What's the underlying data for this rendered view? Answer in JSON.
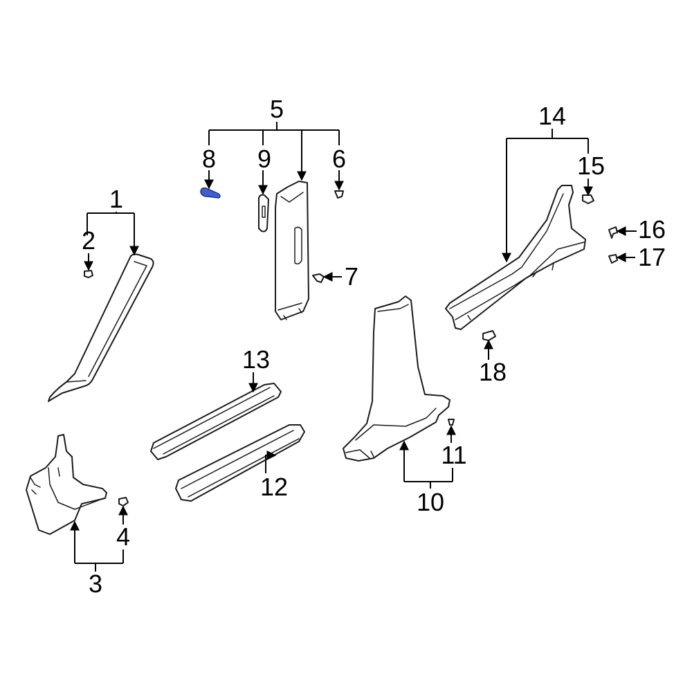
{
  "diagram": {
    "callouts": [
      "1",
      "2",
      "3",
      "4",
      "5",
      "6",
      "7",
      "8",
      "9",
      "10",
      "11",
      "12",
      "13",
      "14",
      "15",
      "16",
      "17",
      "18"
    ],
    "highlight_color": "#3f5fcf"
  }
}
